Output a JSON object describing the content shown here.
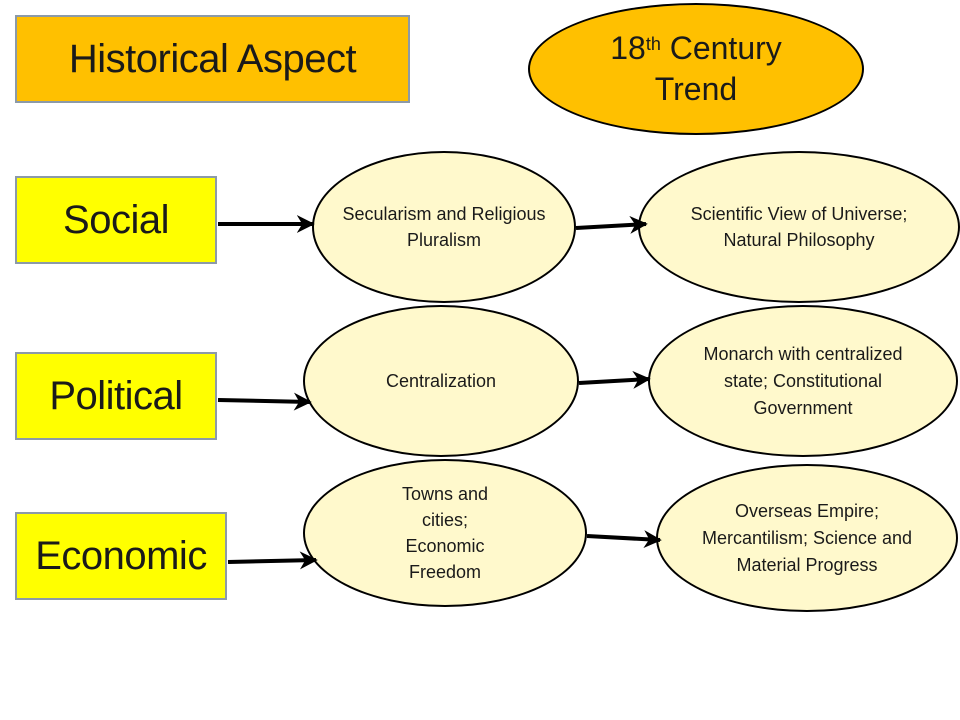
{
  "header": {
    "title": "Historical Aspect",
    "trend_label_prefix": "18",
    "trend_label_sup": "th",
    "trend_label_line1_suffix": " Century",
    "trend_label_line2": "Trend"
  },
  "rows": [
    {
      "category": "Social",
      "stage1": "Secularism and Religious Pluralism",
      "stage2": "Scientific View of Universe; Natural Philosophy"
    },
    {
      "category": "Political",
      "stage1": "Centralization",
      "stage2": "Monarch with centralized state; Constitutional Government"
    },
    {
      "category": "Economic",
      "stage1": "Towns and cities; Economic Freedom",
      "stage2": "Overseas Empire; Mercantilism; Science and Material Progress"
    }
  ],
  "colors": {
    "header_fill": "#ffc000",
    "category_fill": "#ffff00",
    "node_fill": "#fff9cc",
    "border": "#000000"
  }
}
